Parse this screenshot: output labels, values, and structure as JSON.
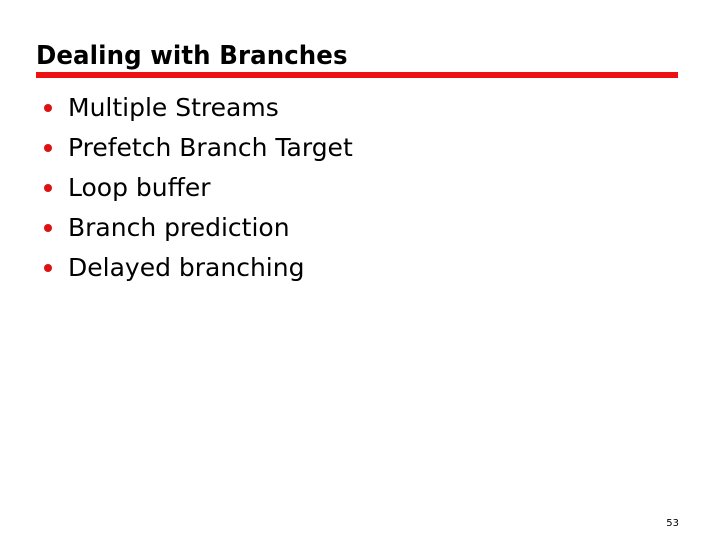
{
  "slide": {
    "title": "Dealing with Branches",
    "accent_color": "#ee1111",
    "bullet_color": "#dd1111",
    "text_color": "#000000",
    "background_color": "#ffffff",
    "bullets": [
      {
        "label": "Multiple Streams"
      },
      {
        "label": "Prefetch Branch Target"
      },
      {
        "label": "Loop buffer"
      },
      {
        "label": "Branch prediction"
      },
      {
        "label": "Delayed branching"
      }
    ],
    "page_number": "53"
  }
}
